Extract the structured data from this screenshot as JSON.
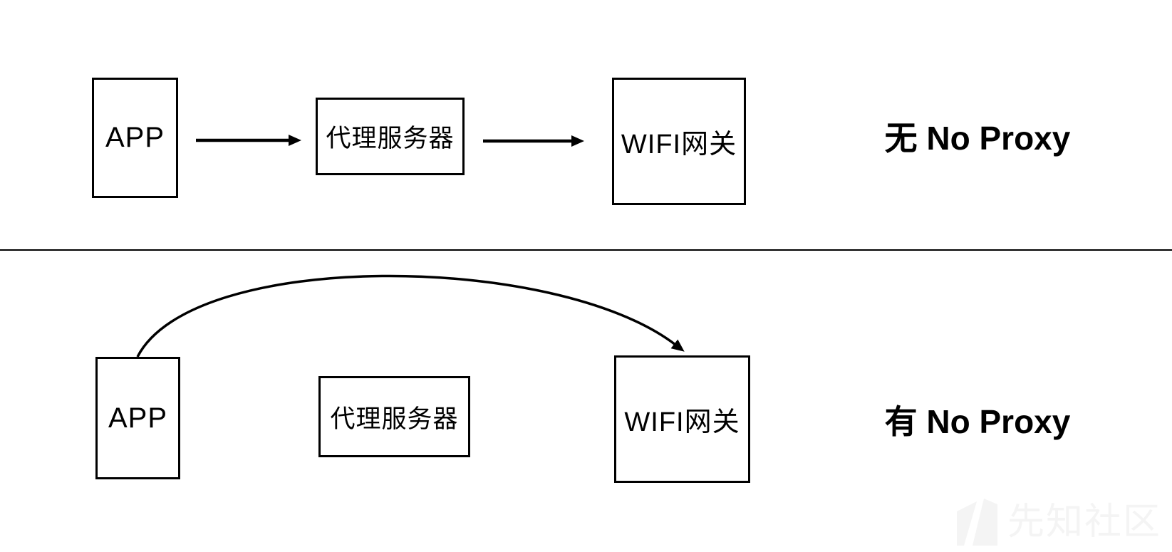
{
  "colors": {
    "ink": "#000000",
    "background": "#ffffff",
    "watermark": "#f4f4f4"
  },
  "sections": {
    "no_proxy_absent": {
      "caption": "无 No Proxy",
      "nodes": {
        "app": "APP",
        "proxy": "代理服务器",
        "gateway": "WIFI网关"
      },
      "flow": "APP → 代理服务器 → WIFI网关"
    },
    "no_proxy_present": {
      "caption": "有 No Proxy",
      "nodes": {
        "app": "APP",
        "proxy": "代理服务器",
        "gateway": "WIFI网关"
      },
      "flow": "APP → WIFI网关"
    }
  },
  "watermark": {
    "text": "先知社区"
  }
}
